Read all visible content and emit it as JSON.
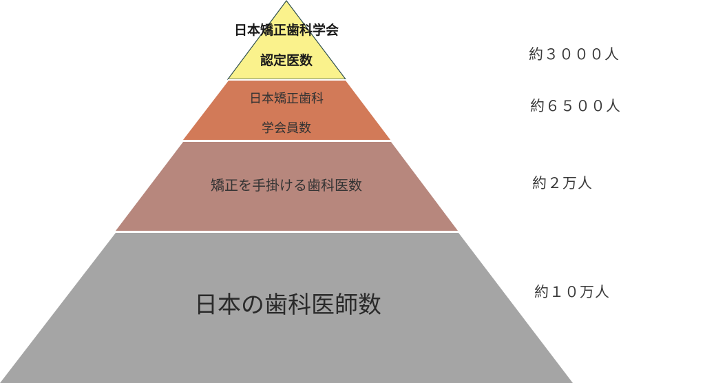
{
  "diagram": {
    "type": "pyramid",
    "tiers": [
      {
        "label_lines": [
          "日本矯正歯科学会",
          "認定医数"
        ],
        "count": "約３０００人",
        "color": "#FAF28C",
        "outline": "#2f4f4f"
      },
      {
        "label_lines": [
          "日本矯正歯科",
          "学会員数"
        ],
        "count": "約６５００人",
        "color": "#D27A58"
      },
      {
        "label_lines": [
          "矯正を手掛ける歯科医数"
        ],
        "count": "約２万人",
        "color": "#B7877D"
      },
      {
        "label_lines": [
          "日本の歯科医師数"
        ],
        "count": "約１０万人",
        "color": "#A5A5A5"
      }
    ]
  }
}
